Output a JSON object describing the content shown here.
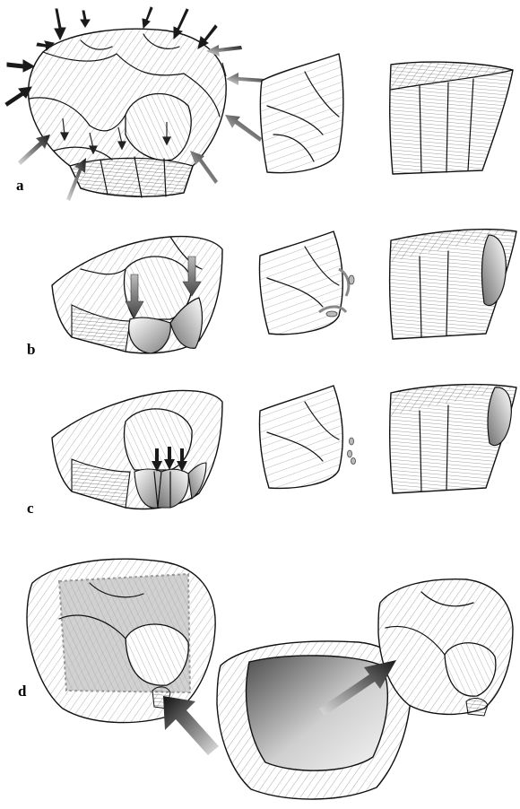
{
  "figure": {
    "panels": [
      {
        "id": "a",
        "label": "a"
      },
      {
        "id": "b",
        "label": "b"
      },
      {
        "id": "c",
        "label": "c"
      },
      {
        "id": "d",
        "label": "d"
      }
    ],
    "colors": {
      "background": "#ffffff",
      "line": "#111111",
      "arrow_dark": "#1a1a1a",
      "arrow_grey": "#8a8a8a",
      "scar_grey": "#b8b8b8",
      "highlight_area": "#c9c9c9"
    }
  }
}
